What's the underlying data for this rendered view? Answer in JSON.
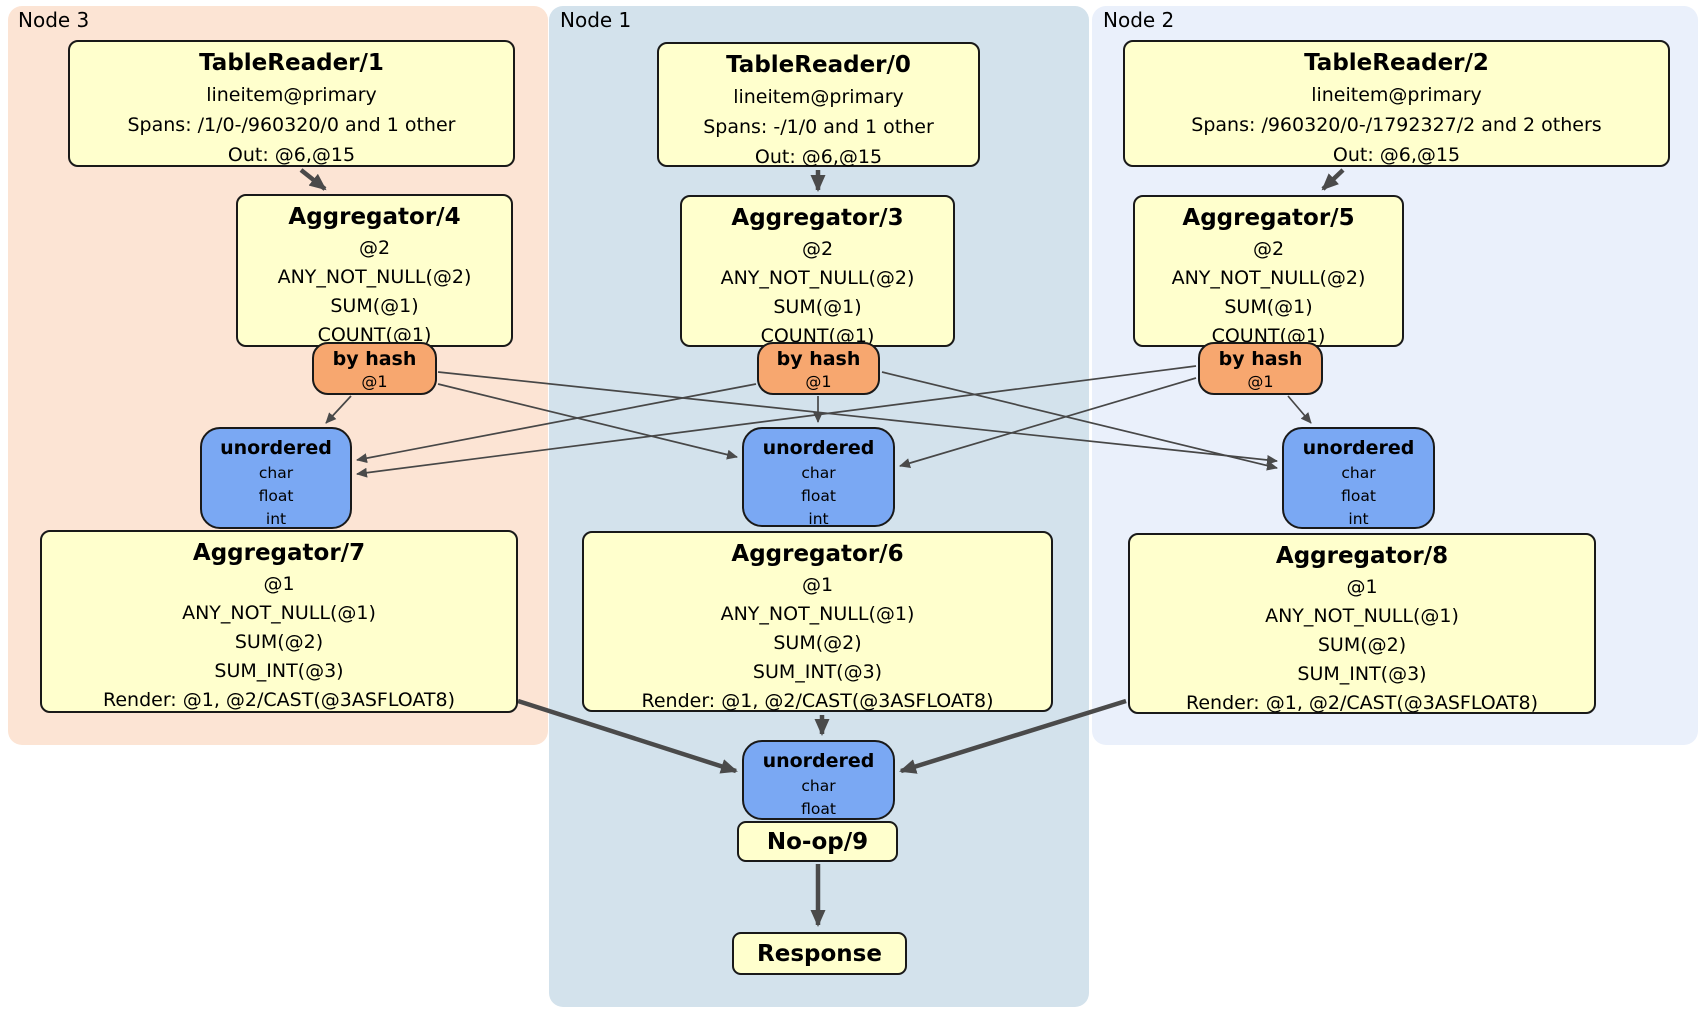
{
  "panels": {
    "node3": {
      "label": "Node 3",
      "bg": "#fce4d4"
    },
    "node1": {
      "label": "Node 1",
      "bg": "#d3e2ec"
    },
    "node2": {
      "label": "Node 2",
      "bg": "#eaf0fb"
    }
  },
  "colors": {
    "processor_fill": "#ffffcd",
    "router_fill": "#f7a76f",
    "sync_fill": "#7aa8f3",
    "edge": "#4a4a4a",
    "border": "#191919"
  },
  "boxes": {
    "tr1": {
      "title": "TableReader/1",
      "lines": [
        "lineitem@primary",
        "Spans: /1/0-/960320/0 and 1 other",
        "Out: @6,@15"
      ]
    },
    "tr0": {
      "title": "TableReader/0",
      "lines": [
        "lineitem@primary",
        "Spans: -/1/0 and 1 other",
        "Out: @6,@15"
      ]
    },
    "tr2": {
      "title": "TableReader/2",
      "lines": [
        "lineitem@primary",
        "Spans: /960320/0-/1792327/2 and 2 others",
        "Out: @6,@15"
      ]
    },
    "agg4": {
      "title": "Aggregator/4",
      "lines": [
        "@2",
        "ANY_NOT_NULL(@2)",
        "SUM(@1)",
        "COUNT(@1)"
      ]
    },
    "agg3": {
      "title": "Aggregator/3",
      "lines": [
        "@2",
        "ANY_NOT_NULL(@2)",
        "SUM(@1)",
        "COUNT(@1)"
      ]
    },
    "agg5": {
      "title": "Aggregator/5",
      "lines": [
        "@2",
        "ANY_NOT_NULL(@2)",
        "SUM(@1)",
        "COUNT(@1)"
      ]
    },
    "agg7": {
      "title": "Aggregator/7",
      "lines": [
        "@1",
        "ANY_NOT_NULL(@1)",
        "SUM(@2)",
        "SUM_INT(@3)",
        "Render: @1, @2/CAST(@3ASFLOAT8)"
      ]
    },
    "agg6": {
      "title": "Aggregator/6",
      "lines": [
        "@1",
        "ANY_NOT_NULL(@1)",
        "SUM(@2)",
        "SUM_INT(@3)",
        "Render: @1, @2/CAST(@3ASFLOAT8)"
      ]
    },
    "agg8": {
      "title": "Aggregator/8",
      "lines": [
        "@1",
        "ANY_NOT_NULL(@1)",
        "SUM(@2)",
        "SUM_INT(@3)",
        "Render: @1, @2/CAST(@3ASFLOAT8)"
      ]
    },
    "noop": {
      "title": "No-op/9"
    },
    "response": {
      "title": "Response"
    }
  },
  "routers": {
    "bh3": {
      "title": "by hash",
      "lines": [
        "@1"
      ]
    },
    "bh1": {
      "title": "by hash",
      "lines": [
        "@1"
      ]
    },
    "bh2": {
      "title": "by hash",
      "lines": [
        "@1"
      ]
    }
  },
  "syncs": {
    "u3": {
      "title": "unordered",
      "lines": [
        "char",
        "float",
        "int"
      ]
    },
    "u1": {
      "title": "unordered",
      "lines": [
        "char",
        "float",
        "int"
      ]
    },
    "u2": {
      "title": "unordered",
      "lines": [
        "char",
        "float",
        "int"
      ]
    },
    "ufinal": {
      "title": "unordered",
      "lines": [
        "char",
        "float"
      ]
    }
  },
  "edges": [
    "TableReader/1 -> Aggregator/4",
    "TableReader/0 -> Aggregator/3",
    "TableReader/2 -> Aggregator/5",
    "Aggregator/4 by hash @1 -> unordered(Node3, Node1, Node2)",
    "Aggregator/3 by hash @1 -> unordered(Node3, Node1, Node2)",
    "Aggregator/5 by hash @1 -> unordered(Node3, Node1, Node2)",
    "Aggregator/7 -> unordered(final)",
    "Aggregator/6 -> unordered(final)",
    "Aggregator/8 -> unordered(final)",
    "unordered(final) -> No-op/9",
    "No-op/9 -> Response"
  ]
}
